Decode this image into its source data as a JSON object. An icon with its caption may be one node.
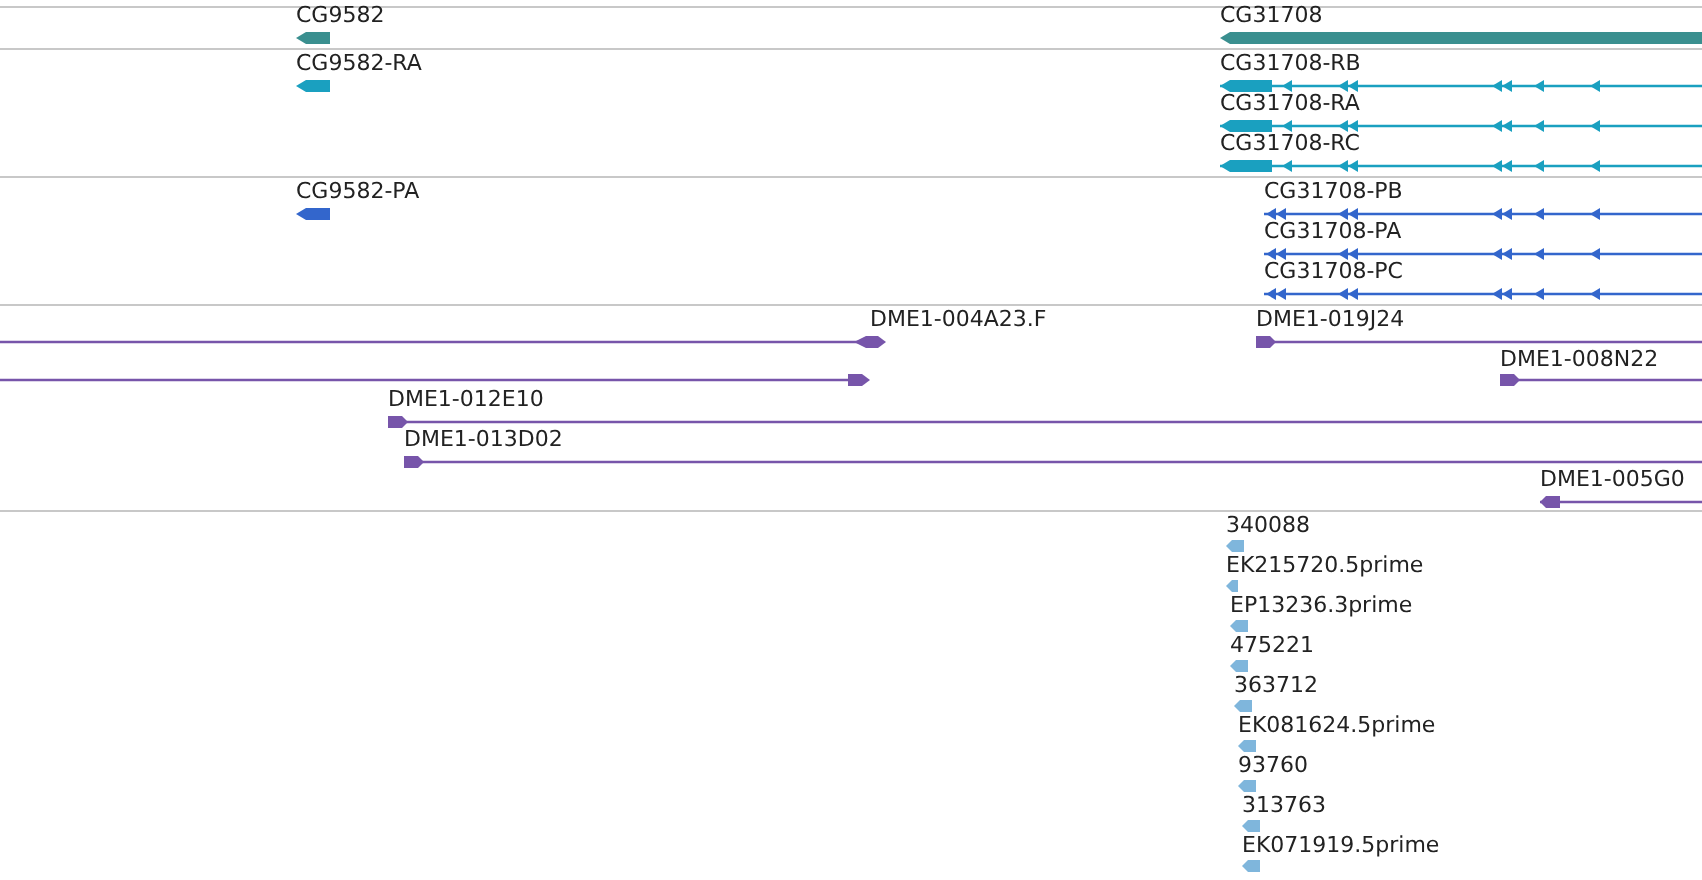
{
  "diagram": {
    "labels": [
      "CG9582",
      "CG31708",
      "CG9582-RA",
      "CG31708-RB",
      "CG31708-RA",
      "CG31708-RC",
      "CG9582-PA",
      "CG31708-PB",
      "CG31708-PA",
      "CG31708-PC",
      "DME1-004A23.F",
      "DME1-019J24",
      "DME1-008N22",
      "DME1-012E10",
      "DME1-013D02",
      "DME1-005G0",
      "340088",
      "EK215720.5prime",
      "EP13236.3prime",
      "475221",
      "363712",
      "EK081624.5prime",
      "93760",
      "313763",
      "EK071919.5prime"
    ]
  }
}
